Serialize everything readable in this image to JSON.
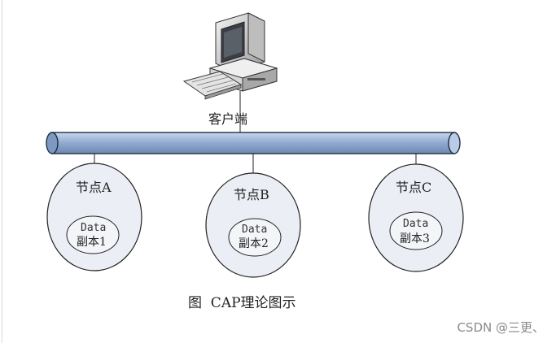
{
  "diagram": {
    "client": {
      "label": "客户端"
    },
    "nodes": [
      {
        "title": "节点A",
        "data_label": "Data",
        "replica_label": "副本1"
      },
      {
        "title": "节点B",
        "data_label": "Data",
        "replica_label": "副本2"
      },
      {
        "title": "节点C",
        "data_label": "Data",
        "replica_label": "副本3"
      }
    ],
    "caption": "图  CAP理论图示"
  },
  "watermark": "CSDN @三更、",
  "colors": {
    "bus_fill": "#9bb4d6",
    "bus_stroke": "#1f2d44",
    "node_fill": "#eceef5",
    "stroke": "#222222"
  }
}
